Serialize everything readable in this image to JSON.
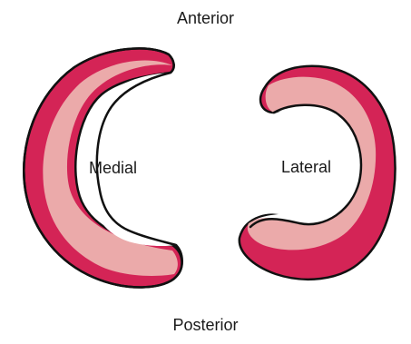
{
  "labels": {
    "top": "Anterior",
    "bottom": "Posterior",
    "left": "Medial",
    "right": "Lateral"
  },
  "colors": {
    "outer_band": "#d42456",
    "inner_band": "#ebaaaa",
    "inner_area": "#ffffff",
    "outline": "#111111",
    "text": "#1a1a1a"
  }
}
